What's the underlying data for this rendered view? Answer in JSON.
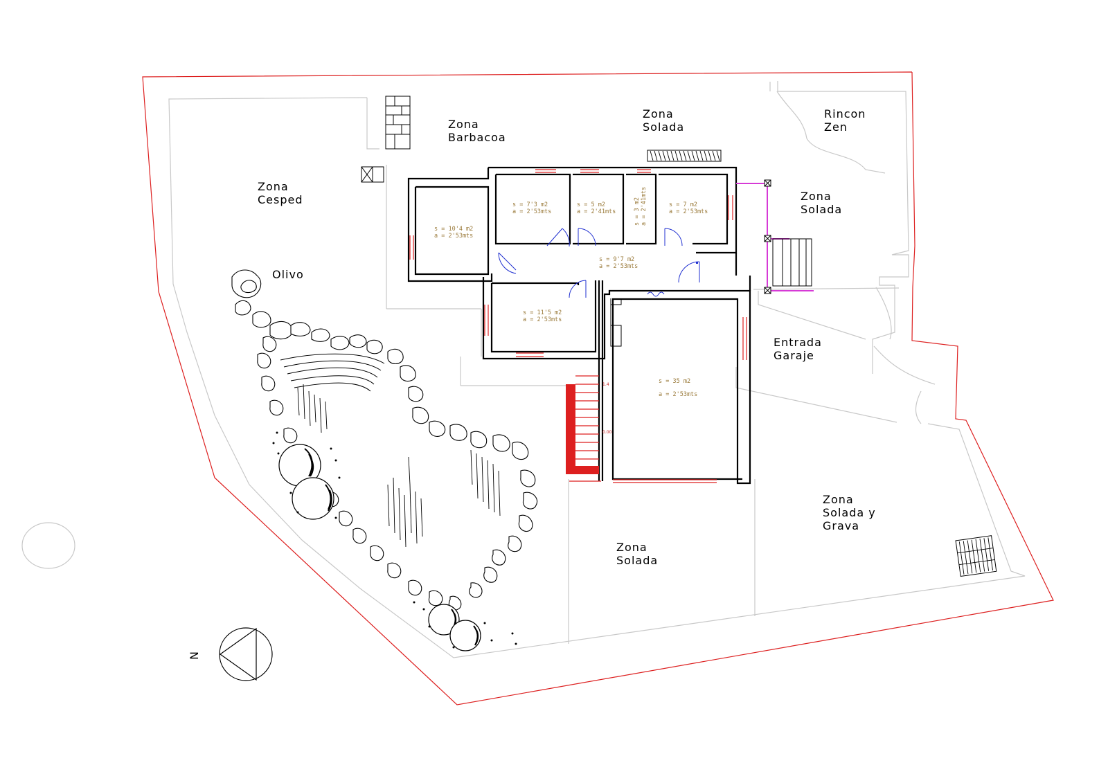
{
  "zones": {
    "barbacoa": [
      "Zona",
      "Barbacoa"
    ],
    "solada_norte": [
      "Zona",
      "Solada"
    ],
    "rincon_zen": [
      "Rincon",
      "Zen"
    ],
    "cesped": [
      "Zona",
      "Cesped"
    ],
    "solada_este": [
      "Zona",
      "Solada"
    ],
    "olivo": "Olivo",
    "entrada_garaje": [
      "Entrada",
      "Garaje"
    ],
    "solada_grava": [
      "Zona",
      "Solada y",
      "Grava"
    ],
    "solada_sur": [
      "Zona",
      "Solada"
    ]
  },
  "rooms": [
    {
      "s": "s = 10'4 m2",
      "a": "a = 2'53mts"
    },
    {
      "s": "s = 7'3 m2",
      "a": "a = 2'53mts"
    },
    {
      "s": "s = 5 m2",
      "a": "a = 2'41mts"
    },
    {
      "s": "s = 3 m2",
      "a": "a = 2'41mts"
    },
    {
      "s": "s = 7 m2",
      "a": "a = 2'53mts"
    },
    {
      "s": "s = 9'7 m2",
      "a": "a = 2'53mts"
    },
    {
      "s": "s = 11'5 m2",
      "a": "a = 2'53mts"
    },
    {
      "s": "s = 35 m2",
      "a": "a = 2'53mts"
    }
  ],
  "levels": {
    "upper": "1.4",
    "lower": "0.00"
  },
  "north": "N",
  "colors": {
    "property_line": "#dd1f1f",
    "door_swing": "#1f2fd0",
    "pergola": "#d63ad6",
    "room_text": "#9a7a3a",
    "paving_outline": "#c8c8c8"
  },
  "icons": [
    "north-arrow-icon",
    "barbecue-grill-icon",
    "chimney-icon",
    "staircase-icon",
    "tree-icon",
    "shrub-icon"
  ]
}
